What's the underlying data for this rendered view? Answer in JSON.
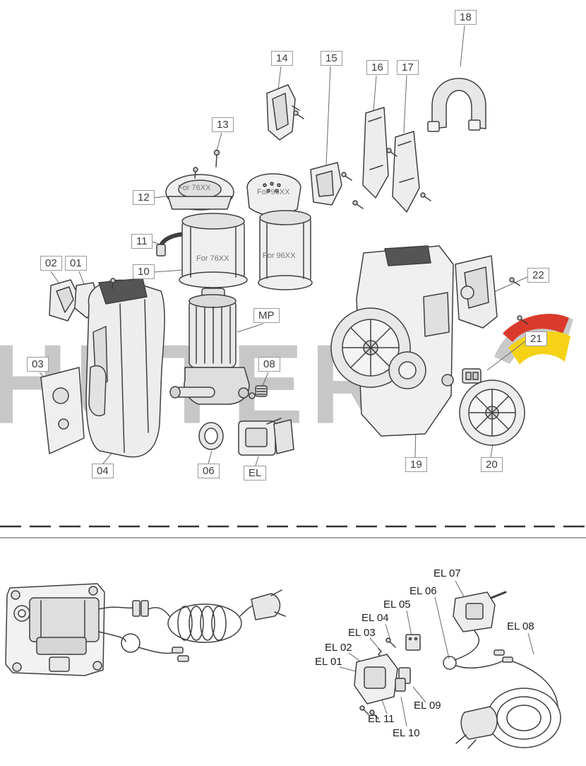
{
  "watermark": {
    "text": "HUTER"
  },
  "colors": {
    "watermark_gray": "#c7c7c7",
    "logo_red": "#d93a2b",
    "logo_yellow": "#f5d216",
    "logo_gray": "#c9c9c9",
    "line_dark": "#3f3f3f",
    "label_border": "#9a9a9a"
  },
  "part_labels": [
    {
      "id": "01",
      "text": "01"
    },
    {
      "id": "02",
      "text": "02"
    },
    {
      "id": "03",
      "text": "03"
    },
    {
      "id": "04",
      "text": "04"
    },
    {
      "id": "06",
      "text": "06"
    },
    {
      "id": "08",
      "text": "08"
    },
    {
      "id": "10",
      "text": "10"
    },
    {
      "id": "11",
      "text": "11"
    },
    {
      "id": "12",
      "text": "12"
    },
    {
      "id": "13",
      "text": "13"
    },
    {
      "id": "14",
      "text": "14"
    },
    {
      "id": "15",
      "text": "15"
    },
    {
      "id": "16",
      "text": "16"
    },
    {
      "id": "17",
      "text": "17"
    },
    {
      "id": "18",
      "text": "18"
    },
    {
      "id": "19",
      "text": "19"
    },
    {
      "id": "20",
      "text": "20"
    },
    {
      "id": "21",
      "text": "21"
    },
    {
      "id": "22",
      "text": "22"
    },
    {
      "id": "MP",
      "text": "MP"
    },
    {
      "id": "EL",
      "text": "EL"
    }
  ],
  "el_labels": [
    {
      "id": "EL01",
      "text": "EL 01"
    },
    {
      "id": "EL02",
      "text": "EL 02"
    },
    {
      "id": "EL03",
      "text": "EL 03"
    },
    {
      "id": "EL04",
      "text": "EL 04"
    },
    {
      "id": "EL05",
      "text": "EL 05"
    },
    {
      "id": "EL06",
      "text": "EL 06"
    },
    {
      "id": "EL07",
      "text": "EL 07"
    },
    {
      "id": "EL08",
      "text": "EL 08"
    },
    {
      "id": "EL09",
      "text": "EL 09"
    },
    {
      "id": "EL10",
      "text": "EL 10"
    },
    {
      "id": "EL11",
      "text": "EL 11"
    }
  ],
  "annotations": [
    {
      "text": "For 76XX"
    },
    {
      "text": "For 96XX"
    },
    {
      "text": "For 76XX"
    },
    {
      "text": "For 96XX"
    }
  ]
}
